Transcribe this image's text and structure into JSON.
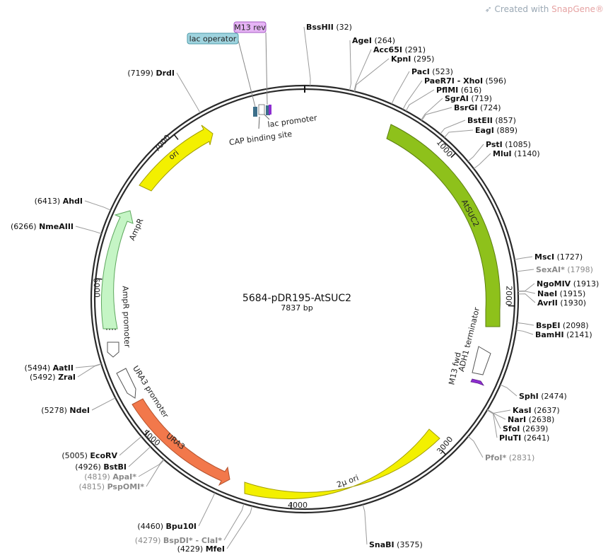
{
  "watermark": {
    "prefix": "Created with ",
    "brand": "SnapGene®"
  },
  "plasmid": {
    "name": "5684-pDR195-AtSUC2",
    "size_label": "7837 bp",
    "length": 7837
  },
  "ticks": [
    "1000",
    "2000",
    "3000",
    "4000",
    "5000",
    "6000",
    "7000"
  ],
  "features": [
    {
      "name": "AtSUC2",
      "color": "#8ec11b"
    },
    {
      "name": "ori",
      "color": "#f3f000"
    },
    {
      "name": "AmpR",
      "color": "#c5f5c5"
    },
    {
      "name": "AmpR promoter",
      "color": "#ffffff"
    },
    {
      "name": "URA3 promoter",
      "color": "#ffffff"
    },
    {
      "name": "URA3",
      "color": "#f2784b"
    },
    {
      "name": "2μ ori",
      "color": "#f3f000"
    },
    {
      "name": "ADH1 terminator",
      "color": "#ffffff"
    },
    {
      "name": "lac promoter",
      "color": "#ffffff"
    },
    {
      "name": "CAP binding site",
      "color": "#ffffff"
    }
  ],
  "primers": [
    {
      "name": "M13 rev",
      "color": "#e6b4f5"
    },
    {
      "name": "lac operator",
      "color": "#9fd4df"
    },
    {
      "name": "M13 fwd",
      "color": "#8e2ed1"
    }
  ],
  "sites": [
    {
      "name": "BssHII",
      "pos": "(32)"
    },
    {
      "name": "AgeI",
      "pos": "(264)"
    },
    {
      "name": "Acc65I",
      "pos": "(291)"
    },
    {
      "name": "KpnI",
      "pos": "(295)"
    },
    {
      "name": "PacI",
      "pos": "(523)"
    },
    {
      "name": "PaeR7I - XhoI",
      "pos": "(596)"
    },
    {
      "name": "PflMI",
      "pos": "(616)"
    },
    {
      "name": "SgrAI",
      "pos": "(719)"
    },
    {
      "name": "BsrGI",
      "pos": "(724)"
    },
    {
      "name": "BstEII",
      "pos": "(857)"
    },
    {
      "name": "EagI",
      "pos": "(889)"
    },
    {
      "name": "PstI",
      "pos": "(1085)"
    },
    {
      "name": "MluI",
      "pos": "(1140)"
    },
    {
      "name": "MscI",
      "pos": "(1727)"
    },
    {
      "name": "SexAI*",
      "pos": "(1798)"
    },
    {
      "name": "NgoMIV",
      "pos": "(1913)"
    },
    {
      "name": "NaeI",
      "pos": "(1915)"
    },
    {
      "name": "AvrII",
      "pos": "(1930)"
    },
    {
      "name": "BspEI",
      "pos": "(2098)"
    },
    {
      "name": "BamHI",
      "pos": "(2141)"
    },
    {
      "name": "SphI",
      "pos": "(2474)"
    },
    {
      "name": "KasI",
      "pos": "(2637)"
    },
    {
      "name": "NarI",
      "pos": "(2638)"
    },
    {
      "name": "SfoI",
      "pos": "(2639)"
    },
    {
      "name": "PluTI",
      "pos": "(2641)"
    },
    {
      "name": "PfoI*",
      "pos": "(2831)"
    },
    {
      "name": "SnaBI",
      "pos": "(3575)"
    },
    {
      "name": "MfeI",
      "pos": "(4229)"
    },
    {
      "name": "BspDI* - ClaI*",
      "pos": "(4279)"
    },
    {
      "name": "Bpu10I",
      "pos": "(4460)"
    },
    {
      "name": "PspOMI*",
      "pos": "(4815)"
    },
    {
      "name": "ApaI*",
      "pos": "(4819)"
    },
    {
      "name": "BstBI",
      "pos": "(4926)"
    },
    {
      "name": "EcoRV",
      "pos": "(5005)"
    },
    {
      "name": "NdeI",
      "pos": "(5278)"
    },
    {
      "name": "ZraI",
      "pos": "(5492)"
    },
    {
      "name": "AatII",
      "pos": "(5494)"
    },
    {
      "name": "NmeAIII",
      "pos": "(6266)"
    },
    {
      "name": "AhdI",
      "pos": "(6413)"
    },
    {
      "name": "DrdI",
      "pos": "(7199)"
    }
  ]
}
